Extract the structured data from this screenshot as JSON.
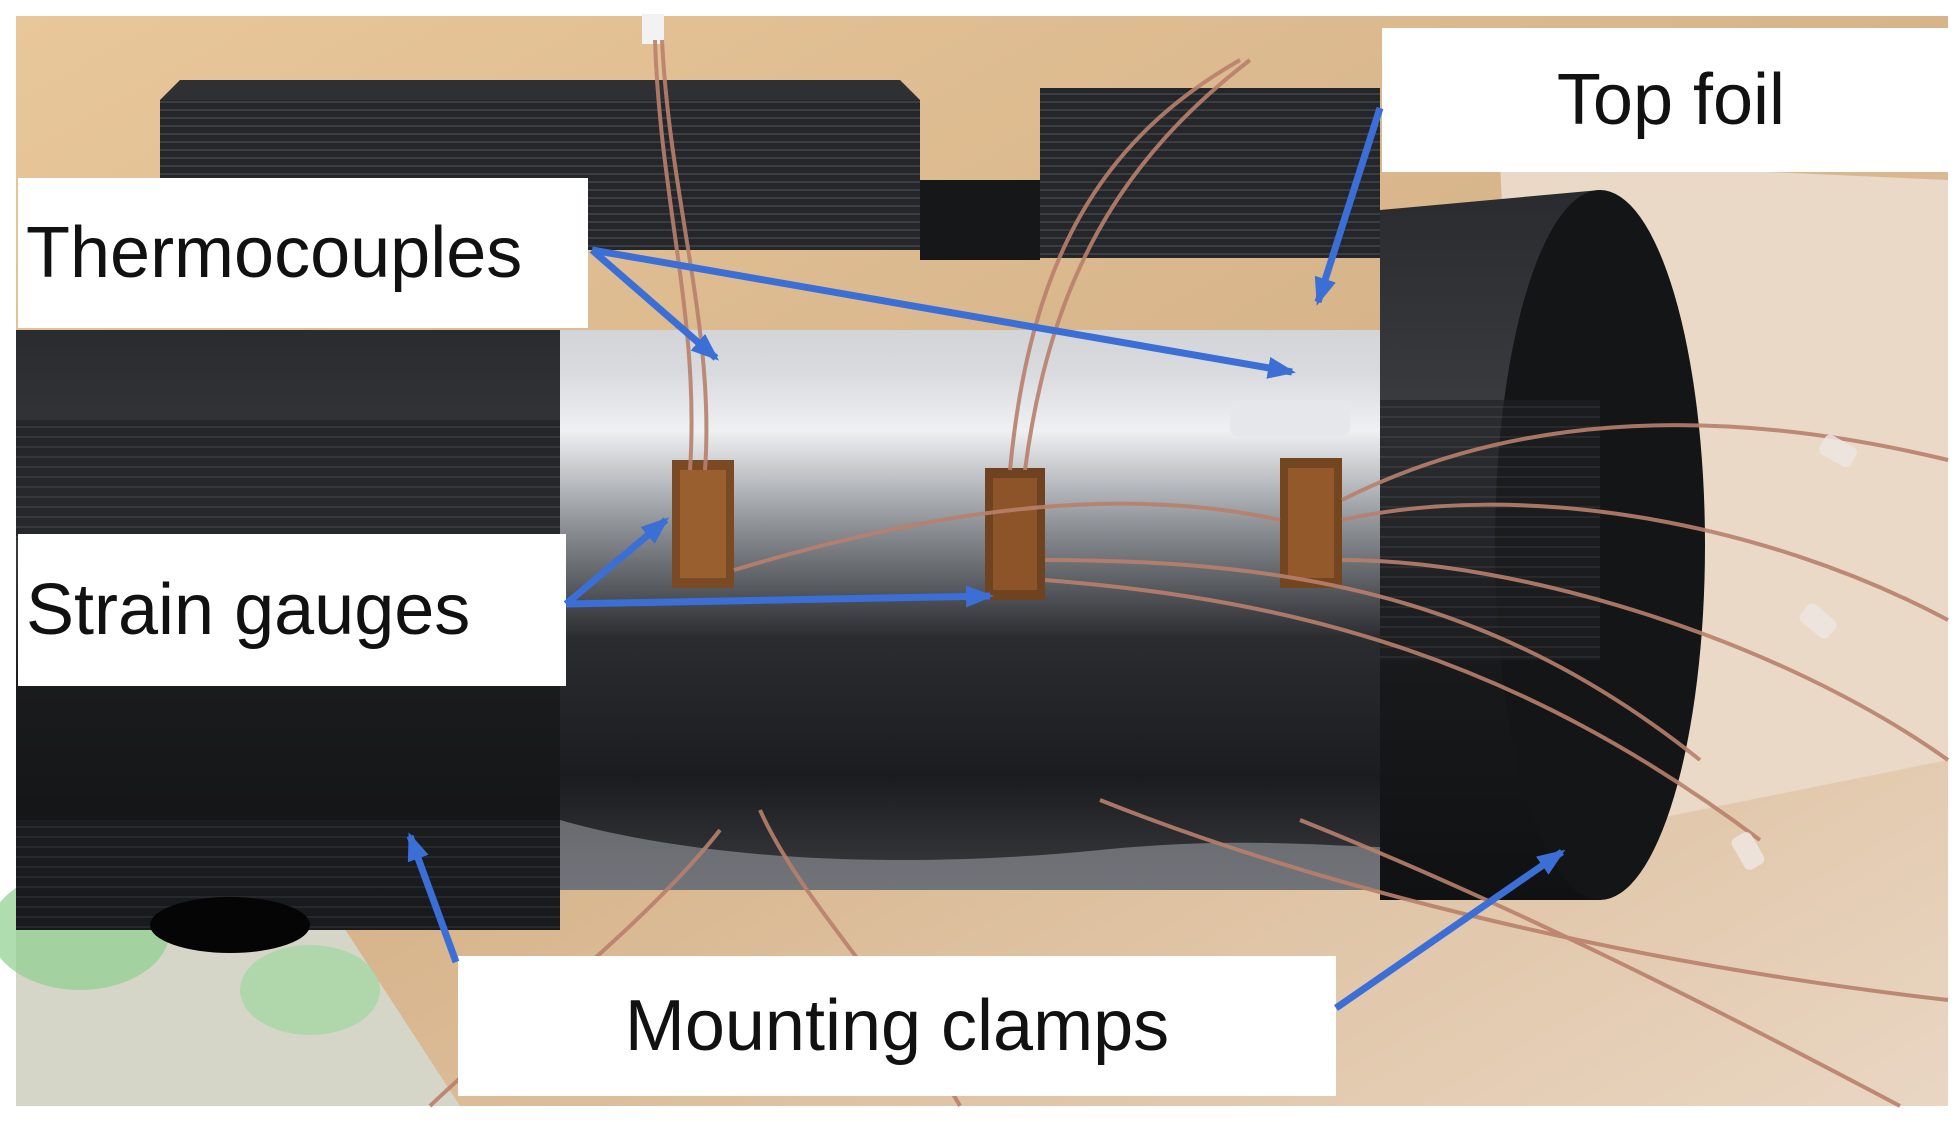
{
  "labels": {
    "top_foil": "Top foil",
    "thermocouples": "Thermocouples",
    "strain_gauges": "Strain gauges",
    "mounting_clamps": "Mounting clamps"
  },
  "colors": {
    "arrow": "#3b6fd6",
    "label_background": "#ffffff",
    "label_text": "#111111",
    "clamp": "#1d1e20",
    "shaft": "#4a4d52",
    "wire": "#b9806c",
    "table_background": "#d9b98e"
  }
}
